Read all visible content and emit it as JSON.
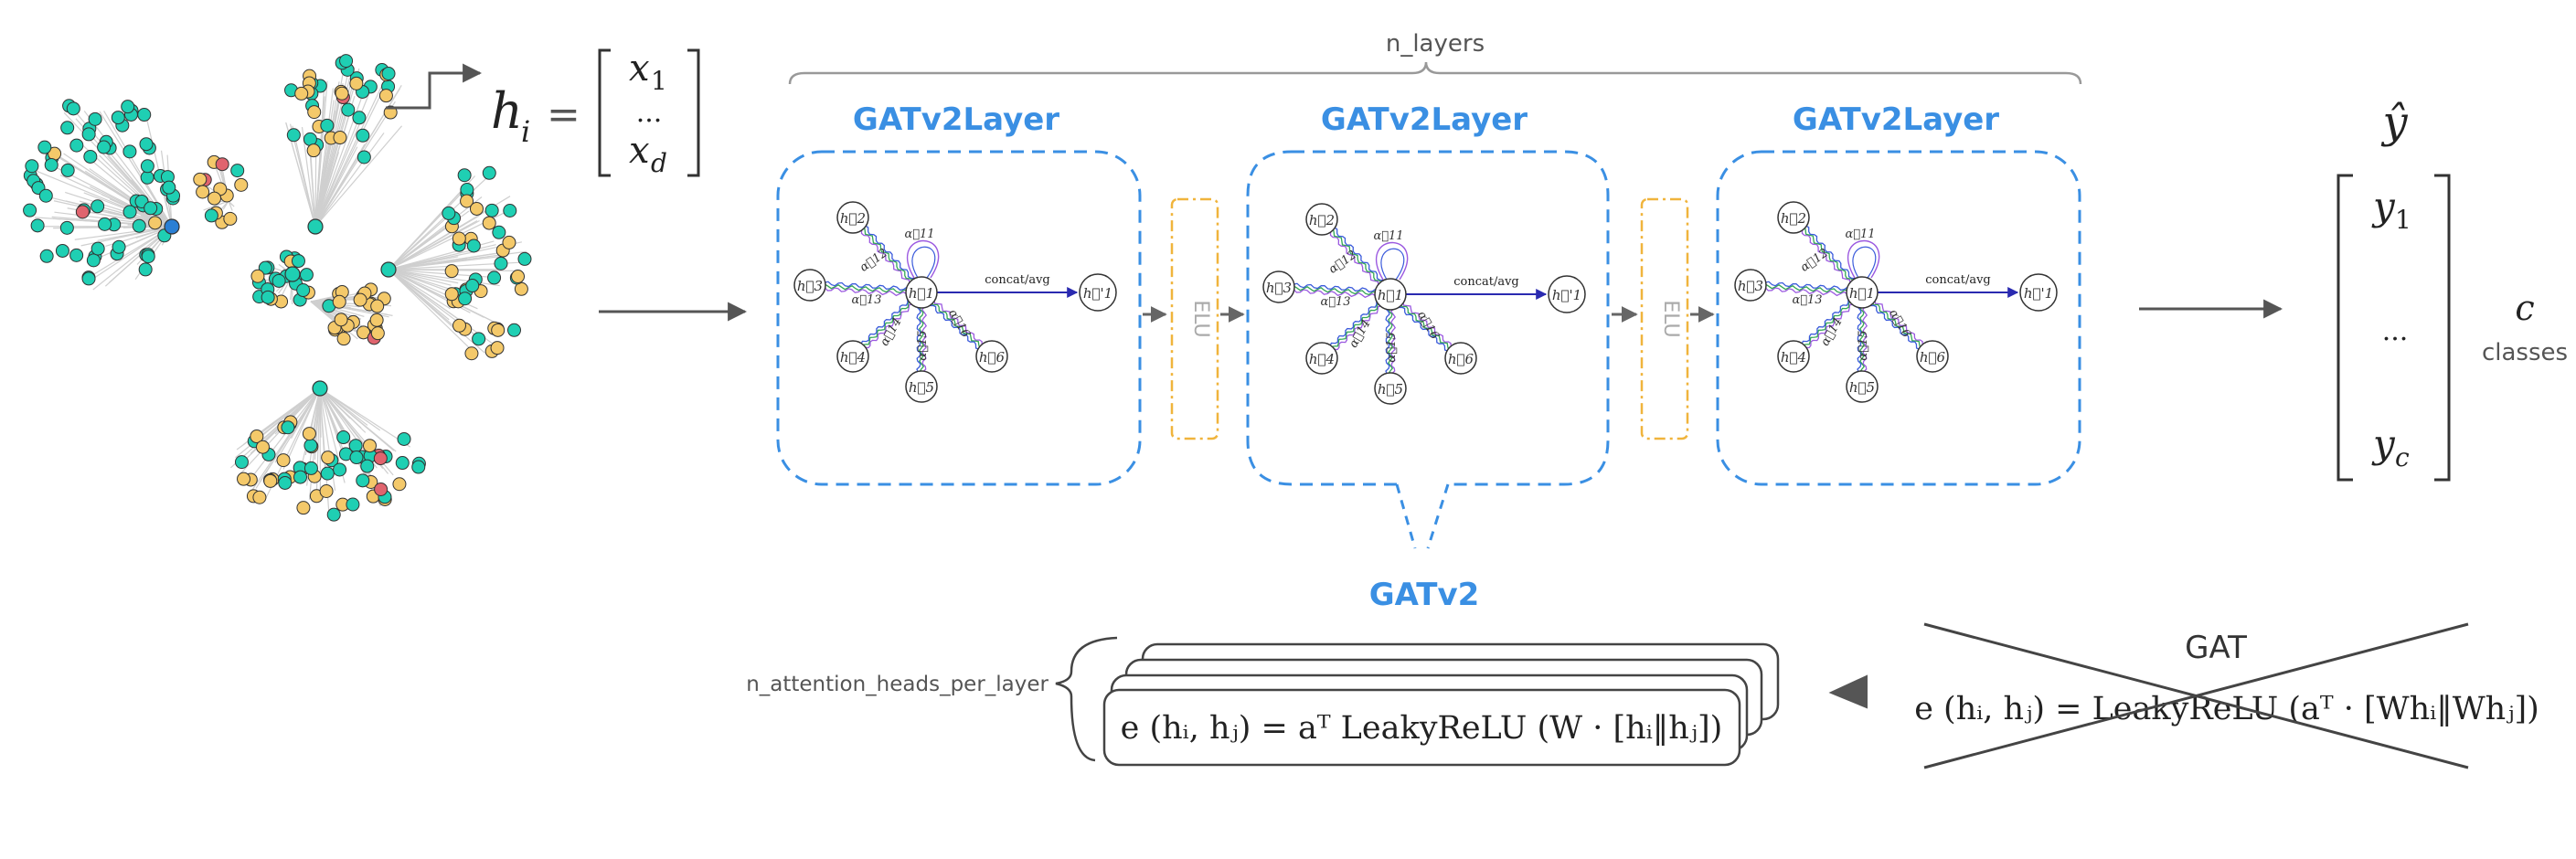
{
  "input": {
    "feature_lhs": "h",
    "feature_lhs_sub": "i",
    "equals": "=",
    "vector_top": "x",
    "vector_top_sub": "1",
    "vector_mid": "...",
    "vector_bot": "x",
    "vector_bot_sub": "d"
  },
  "layers": {
    "brace_label": "n_layers",
    "layer_titles": [
      "GATv2Layer",
      "GATv2Layer",
      "GATv2Layer"
    ],
    "activation": "ELU",
    "center_node": "h⃗1",
    "output_node": "h⃗'1",
    "neighbors": [
      "h⃗2",
      "h⃗3",
      "h⃗4",
      "h⃗5",
      "h⃗6"
    ],
    "concat_label": "concat/avg",
    "alpha_labels": [
      "α⃗11",
      "α⃗12",
      "α⃗13",
      "α⃗14",
      "α⃗15",
      "α⃗16"
    ]
  },
  "output": {
    "y_hat": "ŷ",
    "vector_top": "y",
    "vector_top_sub": "1",
    "vector_mid": "...",
    "vector_bot": "y",
    "vector_bot_sub": "c",
    "c_label": "c",
    "classes_label": "classes"
  },
  "gatv2": {
    "title": "GATv2",
    "heads_label": "n_attention_heads_per_layer",
    "formula": "e (hᵢ, hⱼ) = aᵀ LeakyReLU (W · [hᵢ‖hⱼ])"
  },
  "gat": {
    "title": "GAT",
    "formula": "e (hᵢ, hⱼ) = LeakyReLU (aᵀ · [Whᵢ‖Whⱼ])"
  },
  "colors": {
    "blue_accent": "#3a8fe3",
    "elu_orange": "#f0b43c",
    "teal_node": "#1fcfb3",
    "yellow_node": "#f4c96a",
    "red_node": "#e0646e"
  }
}
